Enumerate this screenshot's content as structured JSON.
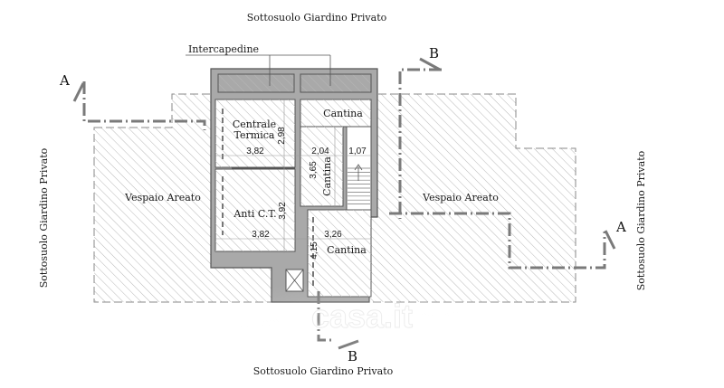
{
  "plan": {
    "surroundings": {
      "top": "Sottosuolo Giardino Privato",
      "bottom": "Sottosuolo Giardino Privato",
      "left": "Sottosuolo Giardino Privato",
      "right": "Sottosuolo Giardino Privato"
    },
    "areas": {
      "vespaio_left": "Vespaio Areato",
      "vespaio_right": "Vespaio Areato",
      "intercapedine": "Intercapedine"
    },
    "rooms": {
      "centrale_termica_line1": "Centrale",
      "centrale_termica_line2": "Termica",
      "cantina_top": "Cantina",
      "cantina_middle": "Cantina",
      "anti_ct": "Anti C.T.",
      "cantina_bottom": "Cantina"
    },
    "dimensions": {
      "ct_width": "3,82",
      "ct_depth": "2,98",
      "cantina_mid_width": "2,04",
      "stair_width": "1,07",
      "cantina_mid_depth": "3,65",
      "anti_ct_width": "3,82",
      "anti_ct_depth": "3,92",
      "cantina_bottom_width": "3,26",
      "cantina_bottom_depth": "4,15"
    },
    "section_marks": {
      "a_left": "A",
      "a_right": "A",
      "b_top": "B",
      "b_bottom": "B"
    },
    "watermark": "casa.it",
    "colors": {
      "wall": "#a9a9a9",
      "wall_outline": "#555555",
      "hatch": "#b5b5b5",
      "section_line": "#7a7a7a"
    }
  }
}
